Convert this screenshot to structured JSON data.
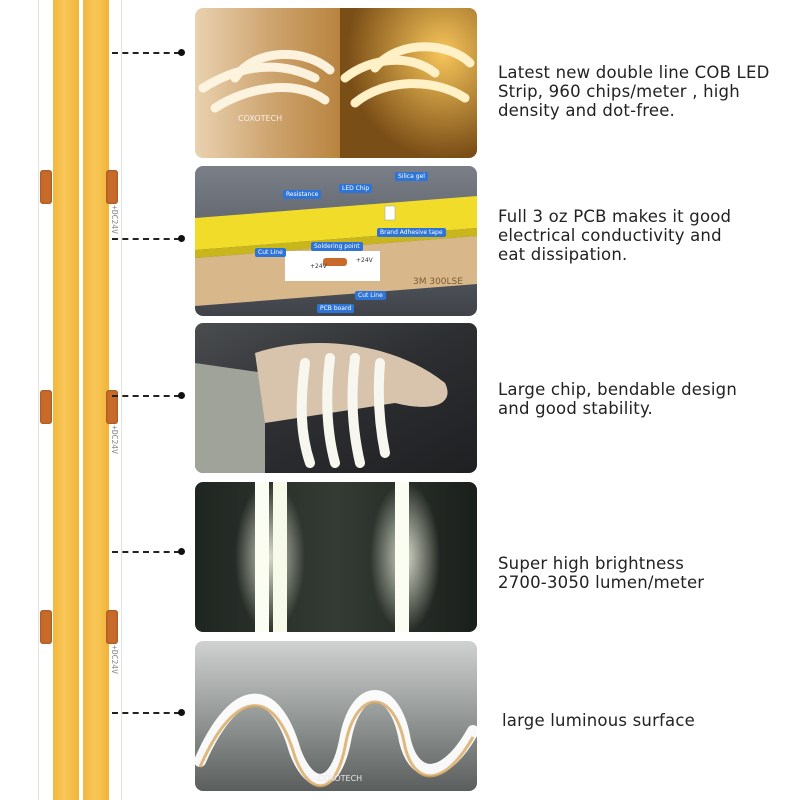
{
  "strip": {
    "polarity_label": "+DC24V"
  },
  "sections": [
    {
      "watermark": "COXOTECH",
      "lines": [
        "Latest new double line COB LED",
        "Strip, 960 chips/meter , high",
        "density and dot-free."
      ]
    },
    {
      "lines": [
        "Full 3 oz PCB makes it good",
        "electrical conductivity and",
        "eat dissipation."
      ],
      "callouts": {
        "resistance": "Resistance",
        "led_chip": "LED Chip",
        "silica_gel": "Silica gel",
        "cut_line_top": "Cut Line",
        "soldering_point": "Soldering point",
        "brand_tape": "Brand Adhesive tape",
        "cut_line_bottom": "Cut Line",
        "pcb_board": "PCB board",
        "voltage_left": "+24V",
        "voltage_right": "+24V",
        "tape_print": "3M 300LSE"
      }
    },
    {
      "lines": [
        "Large chip, bendable design",
        "and good stability."
      ]
    },
    {
      "lines": [
        "Super high brightness",
        "2700-3050 lumen/meter"
      ]
    },
    {
      "watermark": "COXOTECH",
      "lines": [
        "large luminous surface"
      ]
    }
  ]
}
